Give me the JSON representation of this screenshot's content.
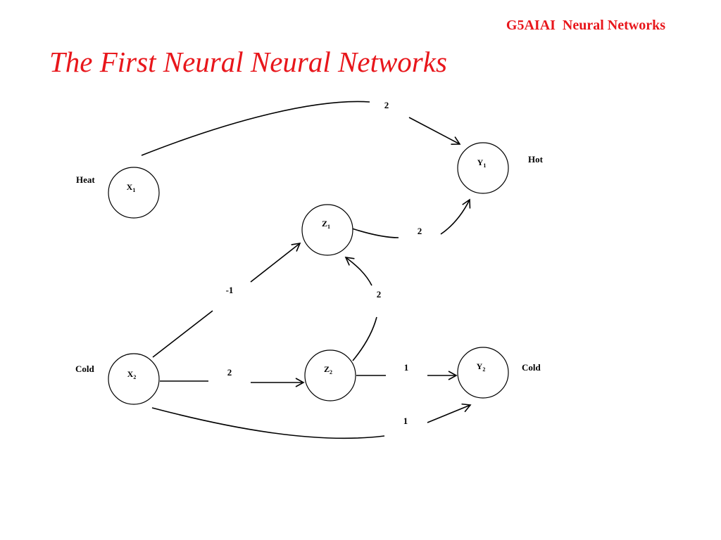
{
  "header": {
    "course_tag": "G5AIAI  Neural Networks",
    "title": "The First Neural Neural Networks"
  },
  "nodes": {
    "x1": {
      "name": "X",
      "sub": "1",
      "side_label": "Heat"
    },
    "x2": {
      "name": "X",
      "sub": "2",
      "side_label": "Cold"
    },
    "z1": {
      "name": "Z",
      "sub": "1"
    },
    "z2": {
      "name": "Z",
      "sub": "2"
    },
    "y1": {
      "name": "Y",
      "sub": "1",
      "side_label": "Hot"
    },
    "y2": {
      "name": "Y",
      "sub": "2",
      "side_label": "Cold"
    }
  },
  "edges": [
    {
      "from": "X1",
      "to": "Y1",
      "weight": "2"
    },
    {
      "from": "Z1",
      "to": "Y1",
      "weight": "2"
    },
    {
      "from": "X2",
      "to": "Z1",
      "weight": "-1"
    },
    {
      "from": "Z2",
      "to": "Z1",
      "weight": "2"
    },
    {
      "from": "X2",
      "to": "Z2",
      "weight": "2"
    },
    {
      "from": "Z2",
      "to": "Y2",
      "weight": "1"
    },
    {
      "from": "X2",
      "to": "Y2",
      "weight": "1"
    }
  ]
}
